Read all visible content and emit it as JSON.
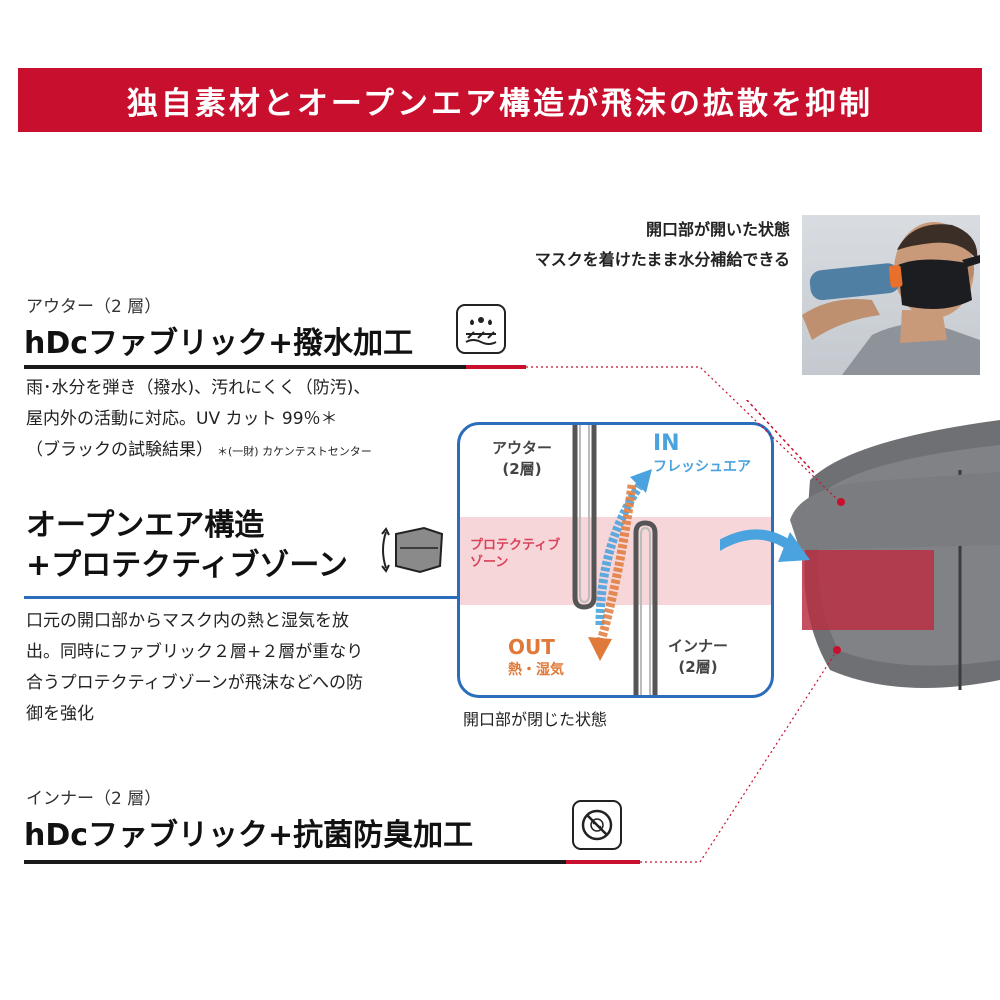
{
  "banner": {
    "title": "独自素材とオープンエア構造が飛沫の拡散を抑制"
  },
  "photo_caption": {
    "line1": "開口部が開いた状態",
    "line2": "マスクを着けたまま水分補給できる"
  },
  "outer": {
    "label": "アウター（2 層）",
    "title": "hDcファブリック+撥水加工",
    "icon": "water-repellent-icon",
    "desc_line1": "雨･水分を弾き（撥水)、汚れにくく（防汚)、",
    "desc_line2": "屋内外の活動に対応。UV カット 99％＊",
    "desc_line3": "（ブラックの試験結果）",
    "desc_note": "＊(一財) カケンテストセンター"
  },
  "openair": {
    "title_line1": "オープンエア構造",
    "title_line2": "+プロテクティブゾーン",
    "icon": "mask-airflow-icon",
    "desc_line1": "口元の開口部からマスク内の熱と湿気を放",
    "desc_line2": "出。同時にファブリック２層+２層が重なり",
    "desc_line3": "合うプロテクティブゾーンが飛沫などへの防",
    "desc_line4": "御を強化"
  },
  "inner": {
    "label": "インナー（2 層）",
    "title": "hDcファブリック+抗菌防臭加工",
    "icon": "antibacterial-icon"
  },
  "diagram": {
    "outer_label_1": "アウター",
    "outer_label_2": "(2層)",
    "in_label": "IN",
    "in_sub": "フレッシュエア",
    "zone_label_1": "プロテクティブ",
    "zone_label_2": "ゾーン",
    "out_label": "OUT",
    "out_sub": "熱・湿気",
    "inner_label_1": "インナー",
    "inner_label_2": "(2層)",
    "caption": "開口部が閉じた状態"
  },
  "colors": {
    "accent": "#c8102e",
    "frame": "#2a6dba",
    "in_arrow": "#4aa3df",
    "out_arrow": "#e07a3a",
    "zone": "#f7d6d9"
  }
}
